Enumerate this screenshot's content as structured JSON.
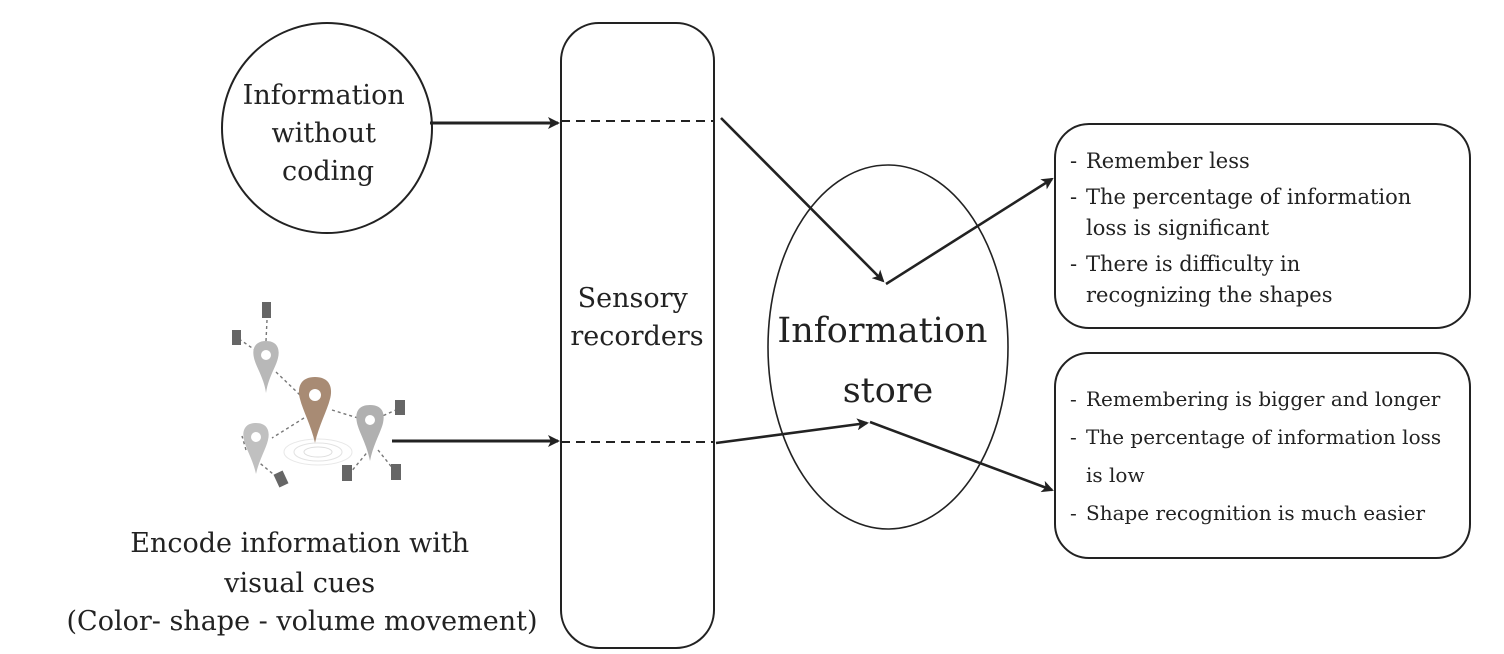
{
  "circle_label": [
    "Information",
    "without",
    "coding"
  ],
  "sensory_label": [
    "Sensory",
    "recorders"
  ],
  "store_label": [
    "Information",
    "store"
  ],
  "encode_label": [
    "Encode information with",
    "visual cues",
    "(Color- shape  - volume movement)"
  ],
  "top_box": {
    "items": [
      {
        "dash": "-",
        "lines": [
          "Remember less"
        ]
      },
      {
        "dash": "-",
        "lines": [
          "The percentage of information",
          "loss is significant"
        ]
      },
      {
        "dash": "-",
        "lines": [
          "There is difficulty in",
          "recognizing the shapes"
        ]
      }
    ]
  },
  "bottom_box": {
    "items": [
      {
        "dash": "-",
        "lines": [
          "Remembering is bigger and longer"
        ]
      },
      {
        "dash": "-",
        "lines": [
          "The percentage of information loss",
          "is low"
        ]
      },
      {
        "dash": "-",
        "lines": [
          "Shape recognition is much easier"
        ]
      }
    ]
  },
  "colors": {
    "stroke": "#222222",
    "pin_brown": "#a88b74",
    "pin_gray": "#b5b5b5",
    "square_gray": "#666666"
  },
  "icon": "map-pin-network-icon"
}
